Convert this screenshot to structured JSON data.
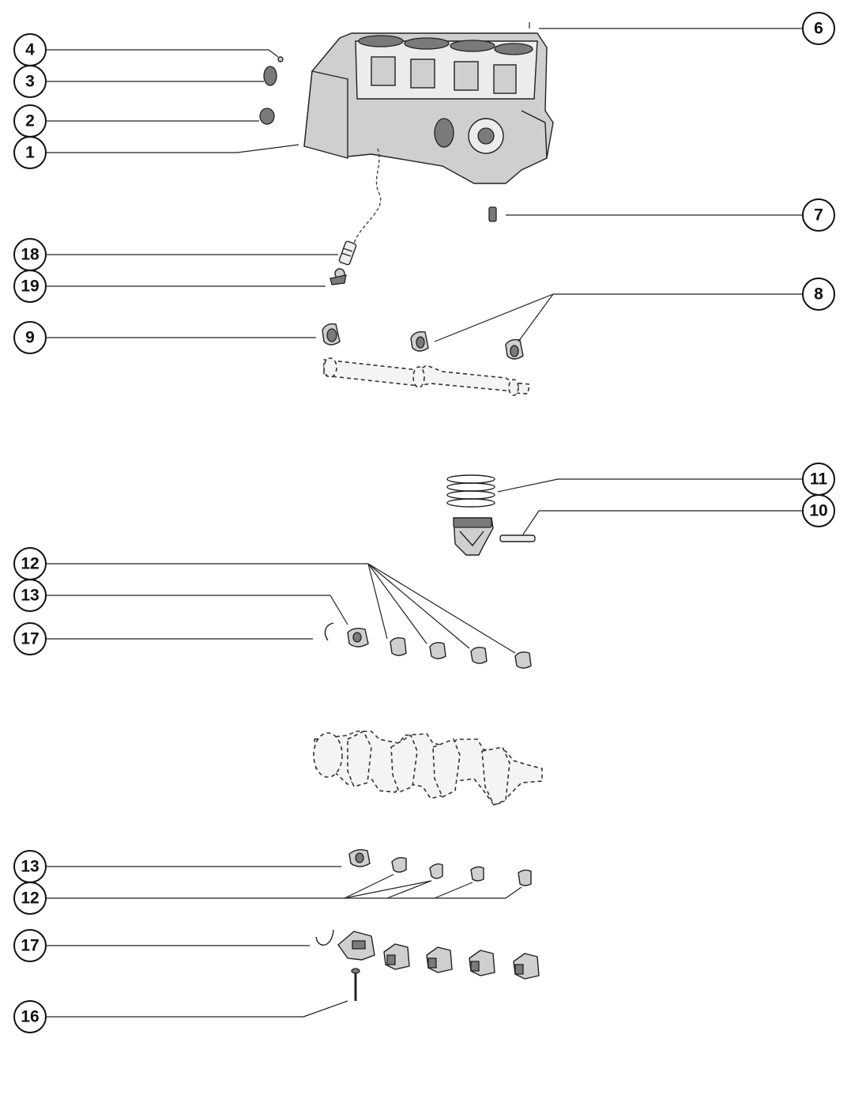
{
  "callouts": {
    "c4": "4",
    "c3": "3",
    "c2": "2",
    "c1": "1",
    "c6": "6",
    "c7": "7",
    "c18": "18",
    "c19": "19",
    "c9": "9",
    "c8": "8",
    "c11": "11",
    "c10": "10",
    "c12a": "12",
    "c13a": "13",
    "c17a": "17",
    "c13b": "13",
    "c12b": "12",
    "c17b": "17",
    "c16": "16"
  },
  "colors": {
    "line": "#222222",
    "part_fill": "#cfcfcf",
    "part_dark": "#7a7a7a",
    "background": "#ffffff"
  }
}
